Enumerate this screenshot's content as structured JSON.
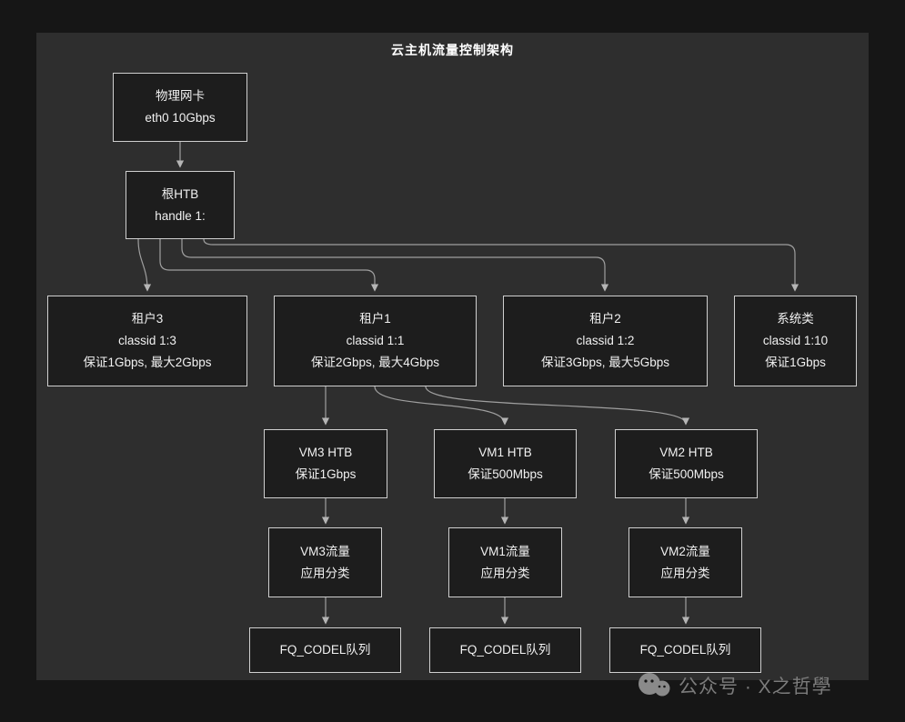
{
  "title": "云主机流量控制架构",
  "nodes": {
    "nic": {
      "line1": "物理网卡",
      "line2": "eth0 10Gbps"
    },
    "root_htb": {
      "line1": "根HTB",
      "line2": "handle 1:"
    },
    "tenant3": {
      "line1": "租户3",
      "line2": "classid 1:3",
      "line3": "保证1Gbps, 最大2Gbps"
    },
    "tenant1": {
      "line1": "租户1",
      "line2": "classid 1:1",
      "line3": "保证2Gbps, 最大4Gbps"
    },
    "tenant2": {
      "line1": "租户2",
      "line2": "classid 1:2",
      "line3": "保证3Gbps, 最大5Gbps"
    },
    "system": {
      "line1": "系统类",
      "line2": "classid 1:10",
      "line3": "保证1Gbps"
    },
    "vm3_htb": {
      "line1": "VM3 HTB",
      "line2": "保证1Gbps"
    },
    "vm1_htb": {
      "line1": "VM1 HTB",
      "line2": "保证500Mbps"
    },
    "vm2_htb": {
      "line1": "VM2 HTB",
      "line2": "保证500Mbps"
    },
    "vm3_class": {
      "line1": "VM3流量",
      "line2": "应用分类"
    },
    "vm1_class": {
      "line1": "VM1流量",
      "line2": "应用分类"
    },
    "vm2_class": {
      "line1": "VM2流量",
      "line2": "应用分类"
    },
    "fq_vm3": {
      "line1": "FQ_CODEL队列"
    },
    "fq_vm1": {
      "line1": "FQ_CODEL队列"
    },
    "fq_vm2": {
      "line1": "FQ_CODEL队列"
    }
  },
  "edges": [
    {
      "from": "物理网卡",
      "to": "根HTB"
    },
    {
      "from": "根HTB",
      "to": "租户3"
    },
    {
      "from": "根HTB",
      "to": "租户1"
    },
    {
      "from": "根HTB",
      "to": "租户2"
    },
    {
      "from": "根HTB",
      "to": "系统类"
    },
    {
      "from": "租户1",
      "to": "VM3 HTB"
    },
    {
      "from": "租户1",
      "to": "VM1 HTB"
    },
    {
      "from": "租户1",
      "to": "VM2 HTB"
    },
    {
      "from": "VM3 HTB",
      "to": "VM3流量应用分类"
    },
    {
      "from": "VM1 HTB",
      "to": "VM1流量应用分类"
    },
    {
      "from": "VM2 HTB",
      "to": "VM2流量应用分类"
    },
    {
      "from": "VM3流量应用分类",
      "to": "FQ_CODEL队列"
    },
    {
      "from": "VM1流量应用分类",
      "to": "FQ_CODEL队列"
    },
    {
      "from": "VM2流量应用分类",
      "to": "FQ_CODEL队列"
    }
  ],
  "watermark": {
    "text": "公众号 · X之哲學",
    "icon": "wechat-official-account-icon"
  },
  "colors": {
    "page_bg": "#161616",
    "canvas_bg": "#2e2e2e",
    "node_bg": "#1d1d1d",
    "node_border": "#cfcfcf",
    "edge": "#9f9f9f",
    "text": "#f1f1f1",
    "watermark": "#7b7b7b"
  }
}
